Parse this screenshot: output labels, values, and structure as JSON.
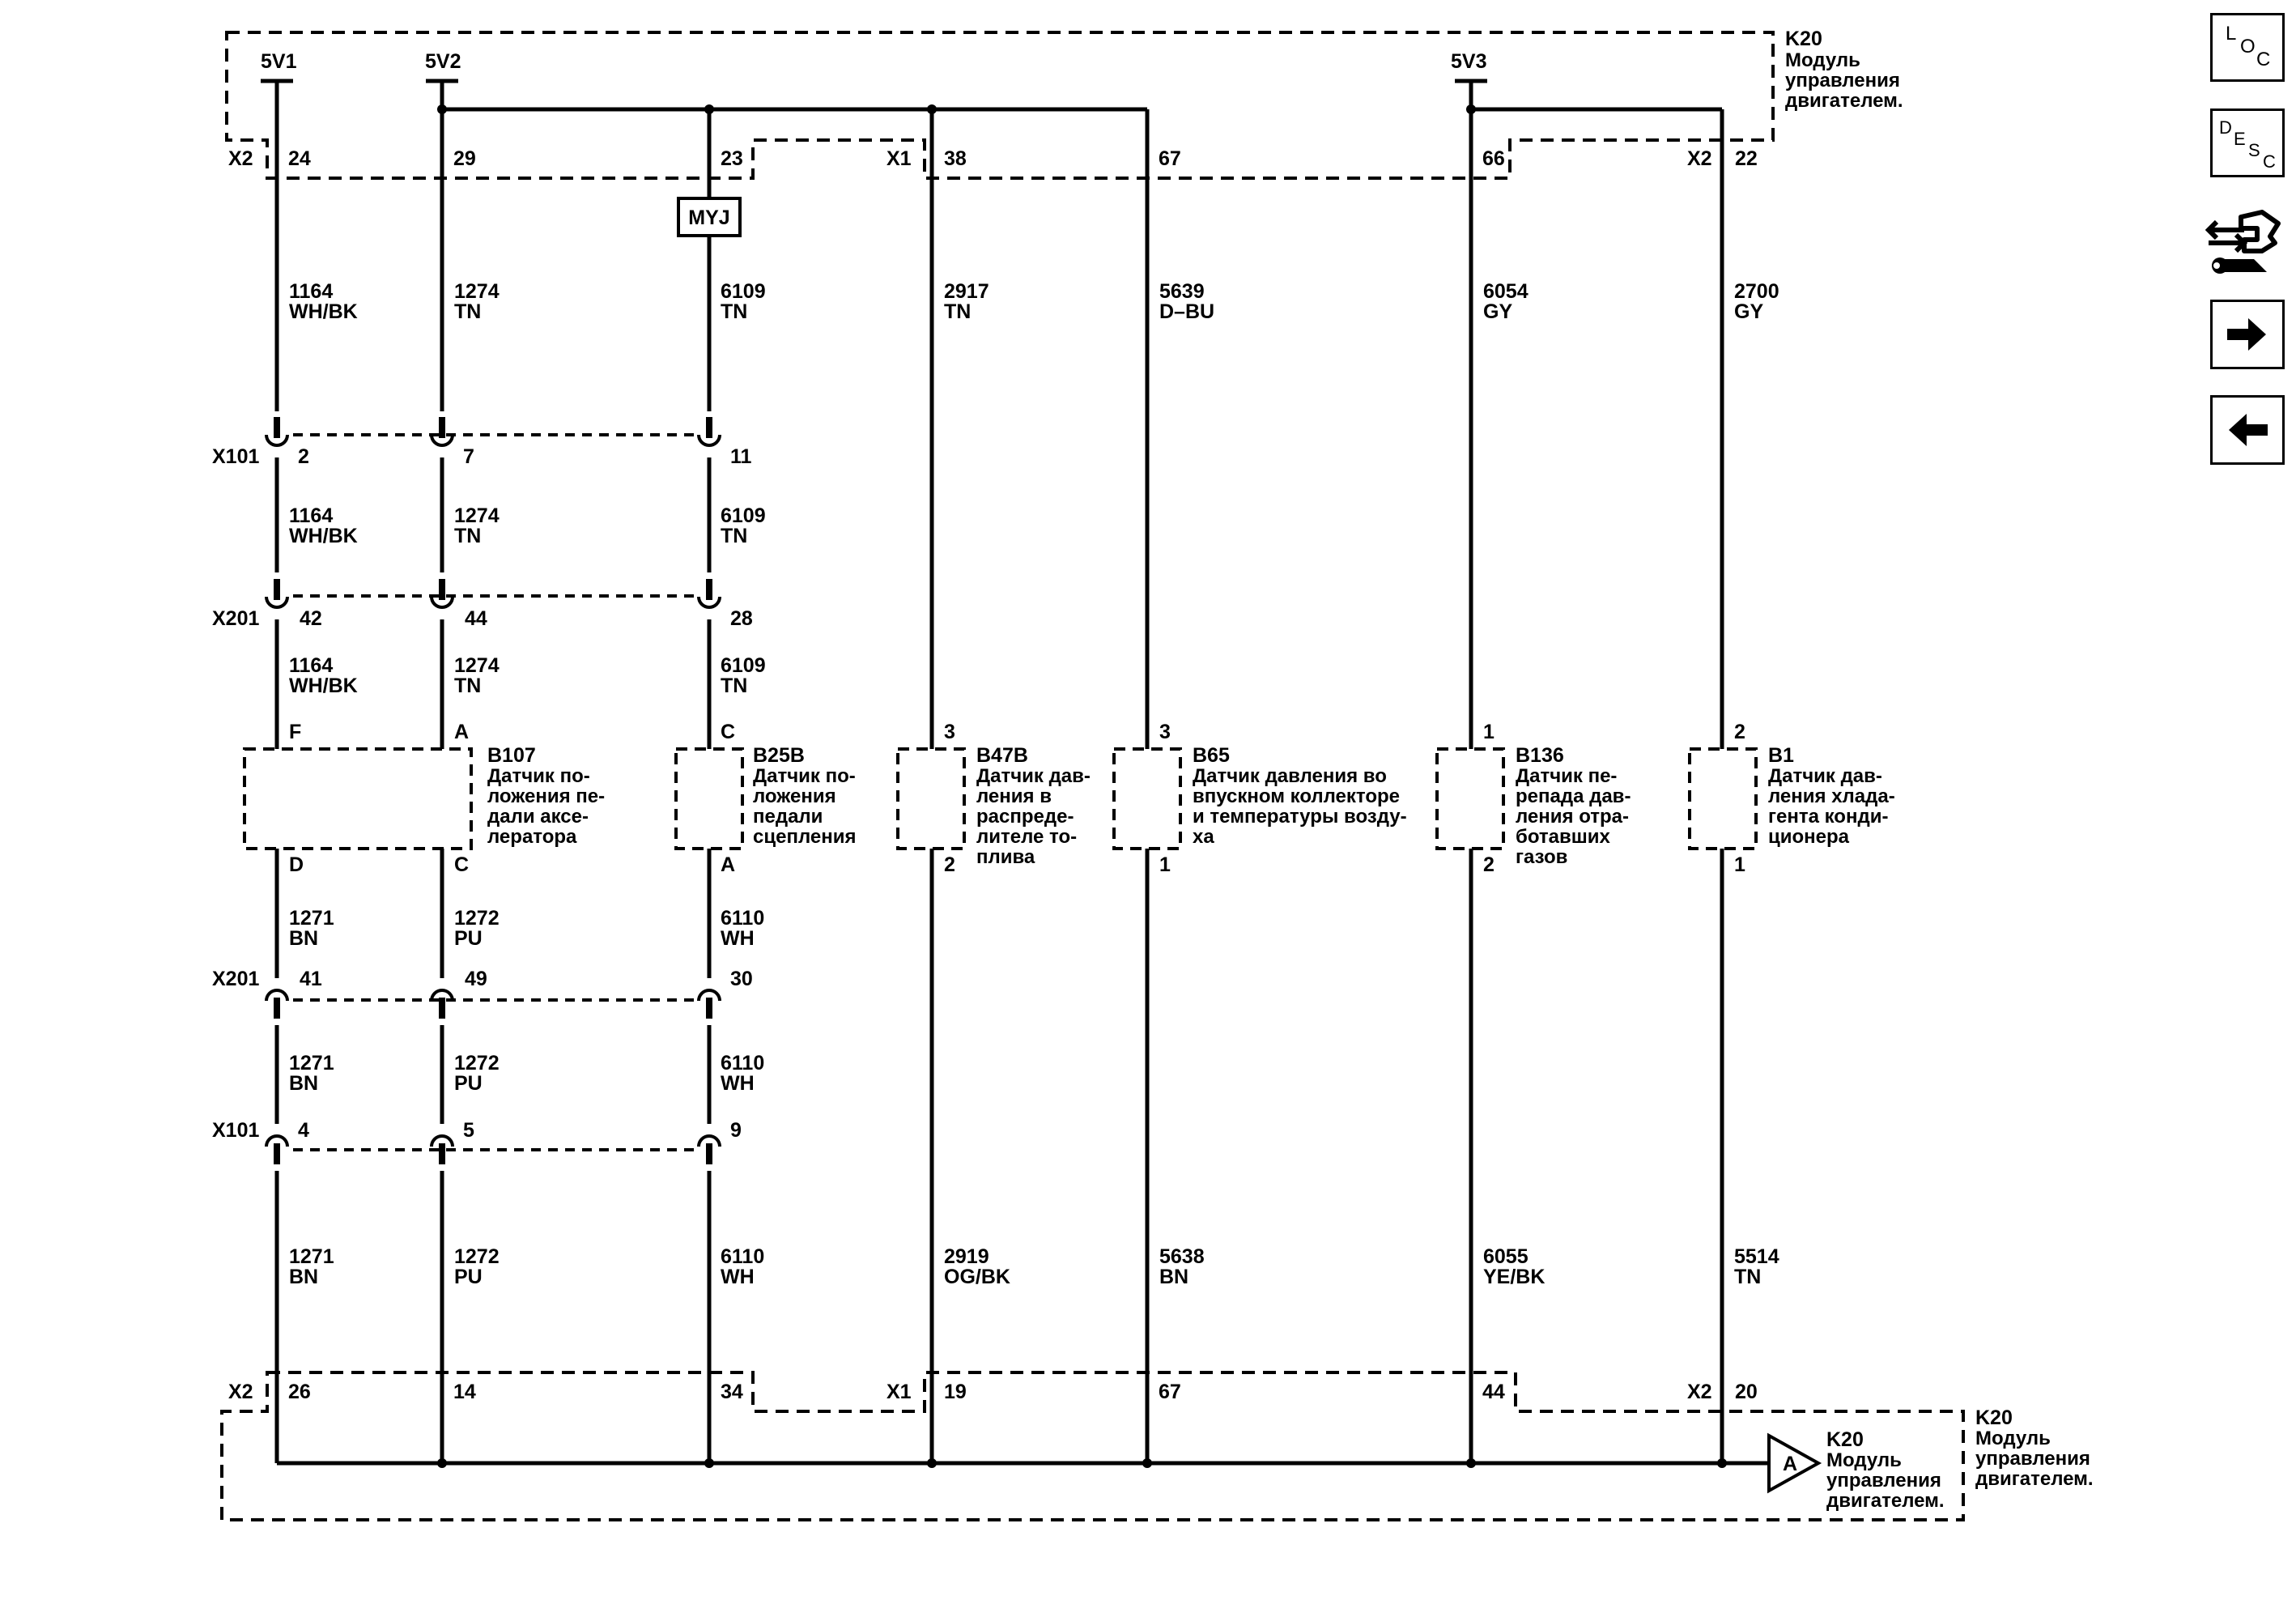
{
  "module": {
    "id": "K20",
    "name": "Модуль управления двигателем."
  },
  "module_name_lines": [
    "Модуль",
    "управления",
    "двигателем."
  ],
  "supplies": [
    "5V1",
    "5V2",
    "5V3"
  ],
  "connectors": {
    "x2": "X2",
    "x1": "X1",
    "x101": "X101",
    "x201": "X201",
    "x2_low": "X2",
    "x1_low": "X1",
    "x2_low_right": "X2"
  },
  "splice": "MYJ",
  "pins_top": [
    "24",
    "29",
    "23",
    "38",
    "67",
    "66",
    "22"
  ],
  "pins_bottom": [
    "26",
    "14",
    "34",
    "19",
    "67",
    "44",
    "20"
  ],
  "x101_upper_pins": [
    "2",
    "7",
    "11"
  ],
  "x201_upper_pins": [
    "42",
    "44",
    "28"
  ],
  "x201_lower_pins": [
    "41",
    "49",
    "30"
  ],
  "x101_lower_pins": [
    "4",
    "5",
    "9"
  ],
  "wires_top": [
    {
      "circuit": "1164",
      "color": "WH/BK"
    },
    {
      "circuit": "1274",
      "color": "TN"
    },
    {
      "circuit": "6109",
      "color": "TN"
    },
    {
      "circuit": "2917",
      "color": "TN"
    },
    {
      "circuit": "5639",
      "color": "D–BU"
    },
    {
      "circuit": "6054",
      "color": "GY"
    },
    {
      "circuit": "2700",
      "color": "GY"
    }
  ],
  "wires_mid1": [
    {
      "circuit": "1164",
      "color": "WH/BK"
    },
    {
      "circuit": "1274",
      "color": "TN"
    },
    {
      "circuit": "6109",
      "color": "TN"
    }
  ],
  "wires_mid2": [
    {
      "circuit": "1164",
      "color": "WH/BK"
    },
    {
      "circuit": "1274",
      "color": "TN"
    },
    {
      "circuit": "6109",
      "color": "TN"
    }
  ],
  "wires_low1": [
    {
      "circuit": "1271",
      "color": "BN"
    },
    {
      "circuit": "1272",
      "color": "PU"
    },
    {
      "circuit": "6110",
      "color": "WH"
    }
  ],
  "wires_low2": [
    {
      "circuit": "1271",
      "color": "BN"
    },
    {
      "circuit": "1272",
      "color": "PU"
    },
    {
      "circuit": "6110",
      "color": "WH"
    }
  ],
  "wires_bottom": [
    {
      "circuit": "1271",
      "color": "BN"
    },
    {
      "circuit": "1272",
      "color": "PU"
    },
    {
      "circuit": "6110",
      "color": "WH"
    },
    {
      "circuit": "2919",
      "color": "OG/BK"
    },
    {
      "circuit": "5638",
      "color": "BN"
    },
    {
      "circuit": "6055",
      "color": "YE/BK"
    },
    {
      "circuit": "5514",
      "color": "TN"
    }
  ],
  "sensors": [
    {
      "id": "B107",
      "desc": [
        "Датчик по-",
        "ложения пе-",
        "дали аксе-",
        "лератора"
      ],
      "pins_top": [
        "F",
        "A"
      ],
      "pins_bottom": [
        "D",
        "C"
      ]
    },
    {
      "id": "B25B",
      "desc": [
        "Датчик по-",
        "ложения",
        "педали",
        "сцепления"
      ],
      "pin_top": "C",
      "pin_bottom": "A"
    },
    {
      "id": "B47B",
      "desc": [
        "Датчик дав-",
        "ления в",
        "распреде-",
        "лителе то-",
        "плива"
      ],
      "pin_top": "3",
      "pin_bottom": "2"
    },
    {
      "id": "B65",
      "desc": [
        "Датчик давления во",
        "впускном коллекторе",
        "и температуры возду-",
        "ха"
      ],
      "pin_top": "3",
      "pin_bottom": "1"
    },
    {
      "id": "B136",
      "desc": [
        "Датчик пе-",
        "репада дав-",
        "ления отра-",
        "ботавших",
        "газов"
      ],
      "pin_top": "1",
      "pin_bottom": "2"
    },
    {
      "id": "B1",
      "desc": [
        "Датчик дав-",
        "ления хлада-",
        "гента конди-",
        "ционера"
      ],
      "pin_top": "2",
      "pin_bottom": "1"
    }
  ],
  "ground_ref": "A",
  "side_buttons": {
    "loc": [
      "L",
      "O",
      "C"
    ],
    "desc": [
      "D",
      "E",
      "S",
      "C"
    ]
  }
}
